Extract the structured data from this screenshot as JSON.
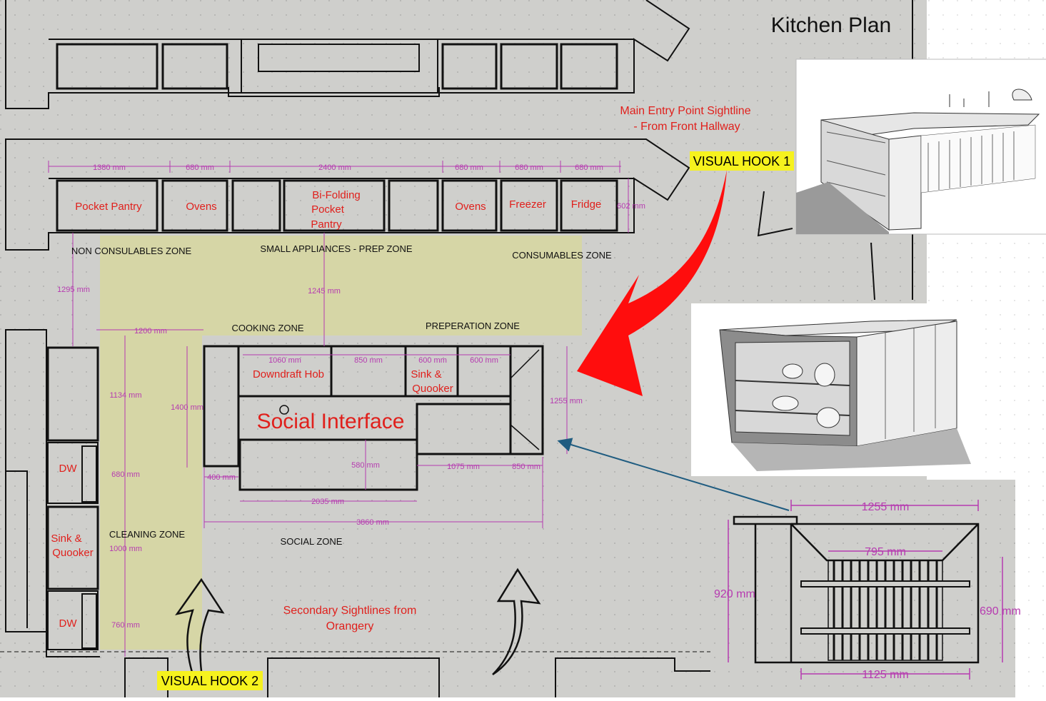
{
  "title": "Kitchen Plan",
  "colors": {
    "background": "#cfcfcc",
    "zone_fill": "#d6d6a6",
    "label_red": "#e0201c",
    "dimension": "#b63bb0",
    "hook_yellow": "#f6f21e",
    "arrow_blue": "#1f5c80"
  },
  "annotations": {
    "sightline_main_1": "Main Entry Point Sightline",
    "sightline_main_2": "- From Front Hallway",
    "visual_hook_1": "VISUAL HOOK 1",
    "visual_hook_2": "VISUAL HOOK 2",
    "secondary_1": "Secondary Sightlines from",
    "secondary_2": "Orangery"
  },
  "units": {
    "pocket_pantry": "Pocket Pantry",
    "ovens_left": "Ovens",
    "bifold_1": "Bi-Folding",
    "bifold_2": "Pocket",
    "bifold_3": "Pantry",
    "ovens_right": "Ovens",
    "freezer": "Freezer",
    "fridge": "Fridge",
    "downdraft_hob": "Downdraft Hob",
    "island_sink_1": "Sink &",
    "island_sink_2": "Quooker",
    "social_interface": "Social Interface",
    "dw_top": "DW",
    "wall_sink_1": "Sink &",
    "wall_sink_2": "Quooker",
    "dw_bottom": "DW"
  },
  "zones": {
    "non_consumables": "NON CONSULABLES ZONE",
    "small_appliances": "SMALL APPLIANCES - PREP ZONE",
    "consumables": "CONSUMABLES ZONE",
    "cooking": "COOKING ZONE",
    "preparation": "PREPERATION ZONE",
    "cleaning": "CLEANING ZONE",
    "social": "SOCIAL ZONE"
  },
  "dimensions": {
    "d1380": "1380 mm",
    "d680a": "680 mm",
    "d2400": "2400 mm",
    "d680b": "680 mm",
    "d680c": "680 mm",
    "d680d": "680 mm",
    "d602": "602 mm",
    "d1295": "1295 mm",
    "d1245": "1245 mm",
    "d1200": "1200 mm",
    "d1134": "1134 mm",
    "d1400": "1400 mm",
    "d1060": "1060 mm",
    "d850a": "850 mm",
    "d600a": "600 mm",
    "d600b": "600 mm",
    "d1255": "1255 mm",
    "d580": "580 mm",
    "d1075": "1075 mm",
    "d850b": "850 mm",
    "d400": "400 mm",
    "d2035": "2035 mm",
    "d3860": "3860 mm",
    "d680e": "680 mm",
    "d1000": "1000 mm",
    "d760": "760 mm"
  },
  "elevation": {
    "width_top": "1255 mm",
    "inner": "795 mm",
    "height_left": "920 mm",
    "height_right": "690 mm",
    "width_bottom": "1125 mm"
  }
}
